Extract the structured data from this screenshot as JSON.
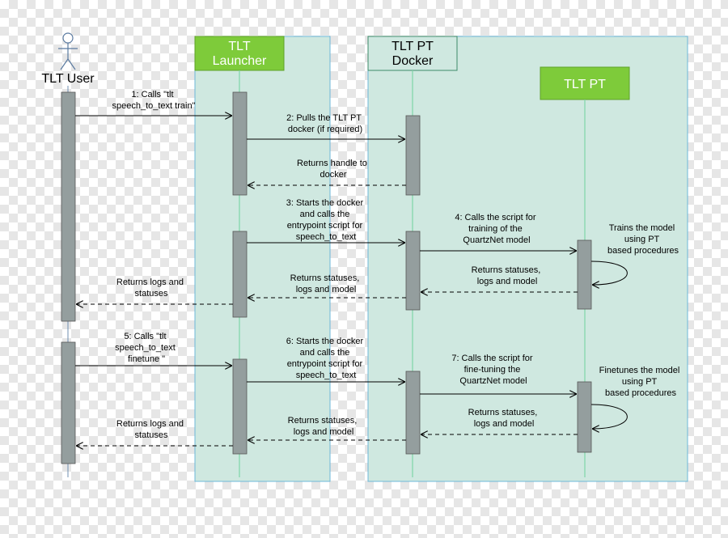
{
  "actors": {
    "user": "TLT User",
    "launcher": [
      "TLT",
      "Launcher"
    ],
    "docker": [
      "TLT PT",
      "Docker"
    ],
    "pt": "TLT PT"
  },
  "messages": {
    "m1": [
      "1: Calls \"tlt",
      "speech_to_text train\""
    ],
    "m2": [
      "2: Pulls the TLT PT",
      "docker (if required)"
    ],
    "r2": [
      "Returns handle to",
      "docker"
    ],
    "m3": [
      "3: Starts the docker",
      "and calls the",
      "entrypoint script for",
      "speech_to_text"
    ],
    "m4": [
      "4: Calls the script for",
      "training of the",
      "QuartzNet model"
    ],
    "self1": [
      "Trains the model",
      "using PT",
      "based procedures"
    ],
    "r4": [
      "Returns statuses,",
      "logs and model"
    ],
    "r3": [
      "Returns statuses,",
      "logs and model"
    ],
    "r1": [
      "Returns logs and",
      "statuses"
    ],
    "m5": [
      "5: Calls \"tlt",
      "speech_to_text",
      "finetune \""
    ],
    "m6": [
      "6: Starts the docker",
      "and calls the",
      "entrypoint script for",
      "speech_to_text"
    ],
    "m7": [
      "7: Calls the script for",
      "fine-tuning the",
      "QuartzNet model"
    ],
    "self2": [
      "Finetunes the model",
      "using PT",
      "based procedures"
    ],
    "r7": [
      "Returns statuses,",
      "logs and model"
    ],
    "r6": [
      "Returns statuses,",
      "logs and model"
    ],
    "r5": [
      "Returns logs and",
      "statuses"
    ]
  },
  "colors": {
    "frame_fill": "#cfe8e0",
    "frame_stroke": "#6cb7d8",
    "header_green": "#7ecb3a",
    "activation": "#949e9e",
    "lifeline": "#7fd6a8",
    "user_lifeline": "#6f8fb0"
  }
}
